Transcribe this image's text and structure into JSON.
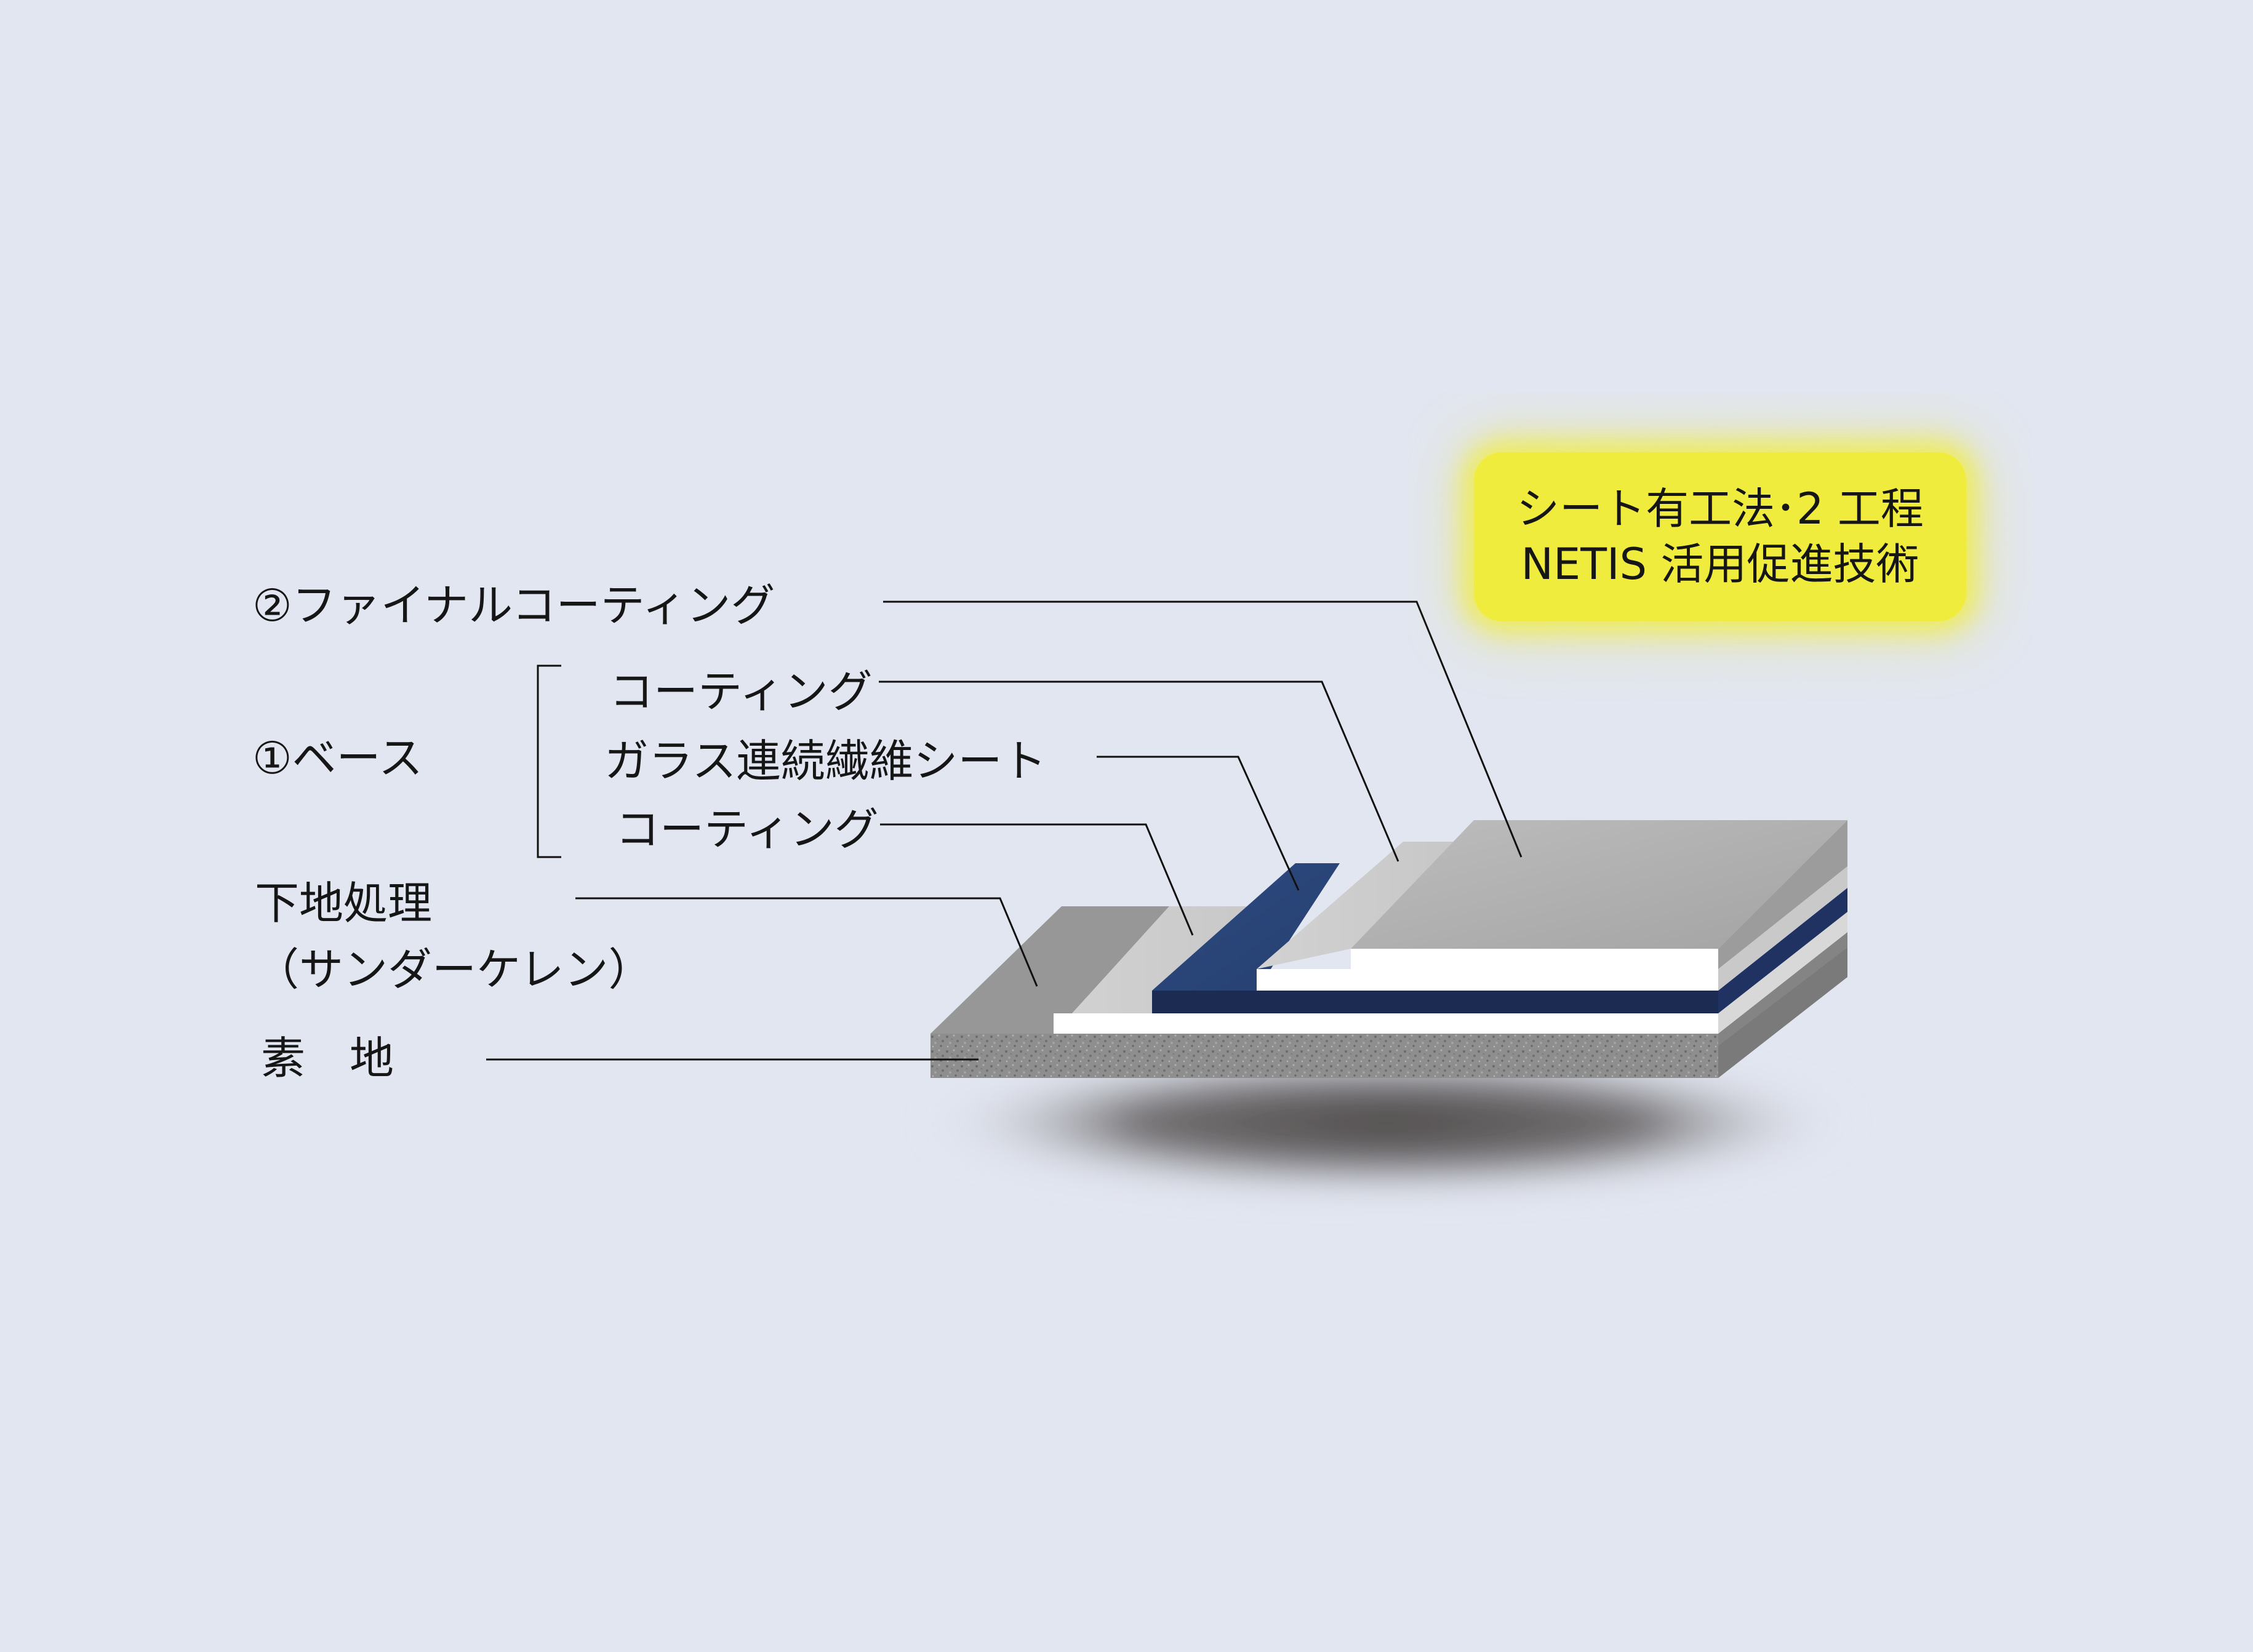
{
  "badge": {
    "line1": "シート有工法･2 工程",
    "line2": "NETIS 活用促進技術"
  },
  "labels": {
    "final_coating": "②ファイナルコーティング",
    "base": "①ベース",
    "coating_upper": "コーティング",
    "glass_sheet": "ガラス連続繊維シート",
    "coating_lower": "コーティング",
    "substrate_treatment": "下地処理",
    "sander_keren": "（サンダーケレン）",
    "substrate": "素　地"
  },
  "colors": {
    "background": "#e2e6f0",
    "badge": "#f0ec3e",
    "navy_sheet": "#2a4478",
    "navy_side": "#1c2b52",
    "substrate": "#8d8d8d"
  }
}
